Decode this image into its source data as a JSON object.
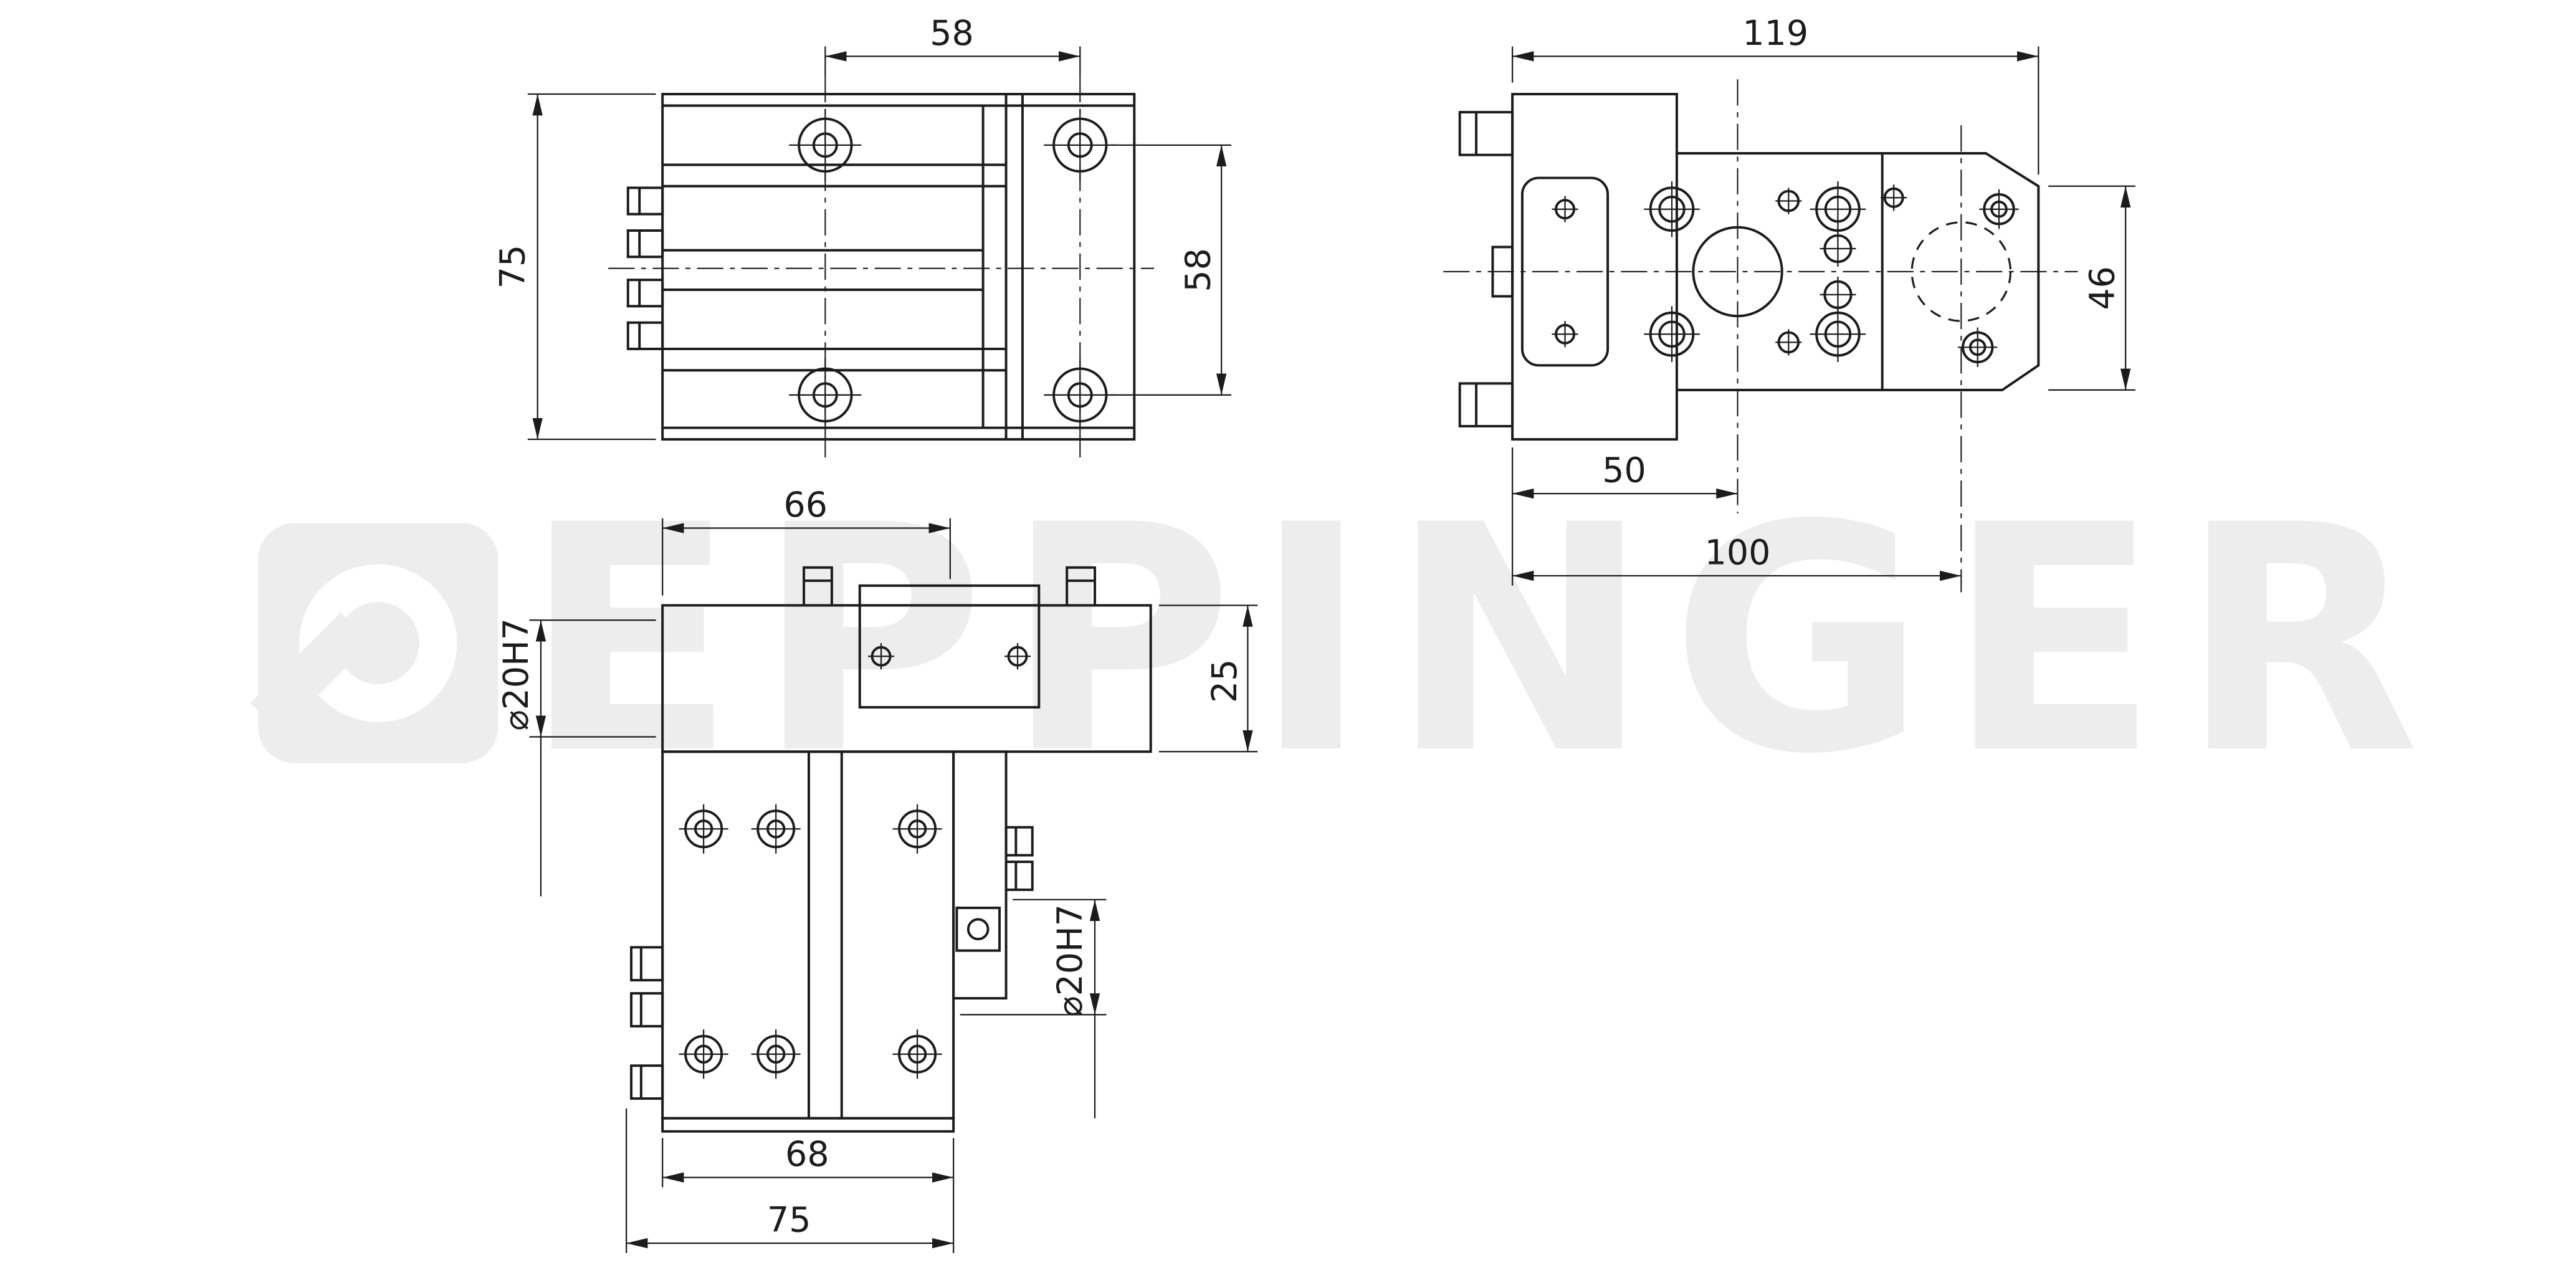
{
  "watermark": {
    "text": "EPPINGER"
  },
  "colors": {
    "ink": "#1c1c1c",
    "wm": "#ededed",
    "bg": "#ffffff"
  },
  "views": {
    "top": {
      "dims": {
        "pitch_x": "58",
        "height": "75",
        "pitch_y": "58"
      }
    },
    "side": {
      "dims": {
        "width": "119",
        "head_height": "46",
        "center_offset": "50",
        "bore_offset": "100"
      }
    },
    "front": {
      "dims": {
        "block_pos": "66",
        "plate_height": "25",
        "bore_upper": "⌀20H7",
        "bore_lower": "⌀20H7",
        "body_width": "68",
        "overall_width": "75"
      }
    }
  }
}
